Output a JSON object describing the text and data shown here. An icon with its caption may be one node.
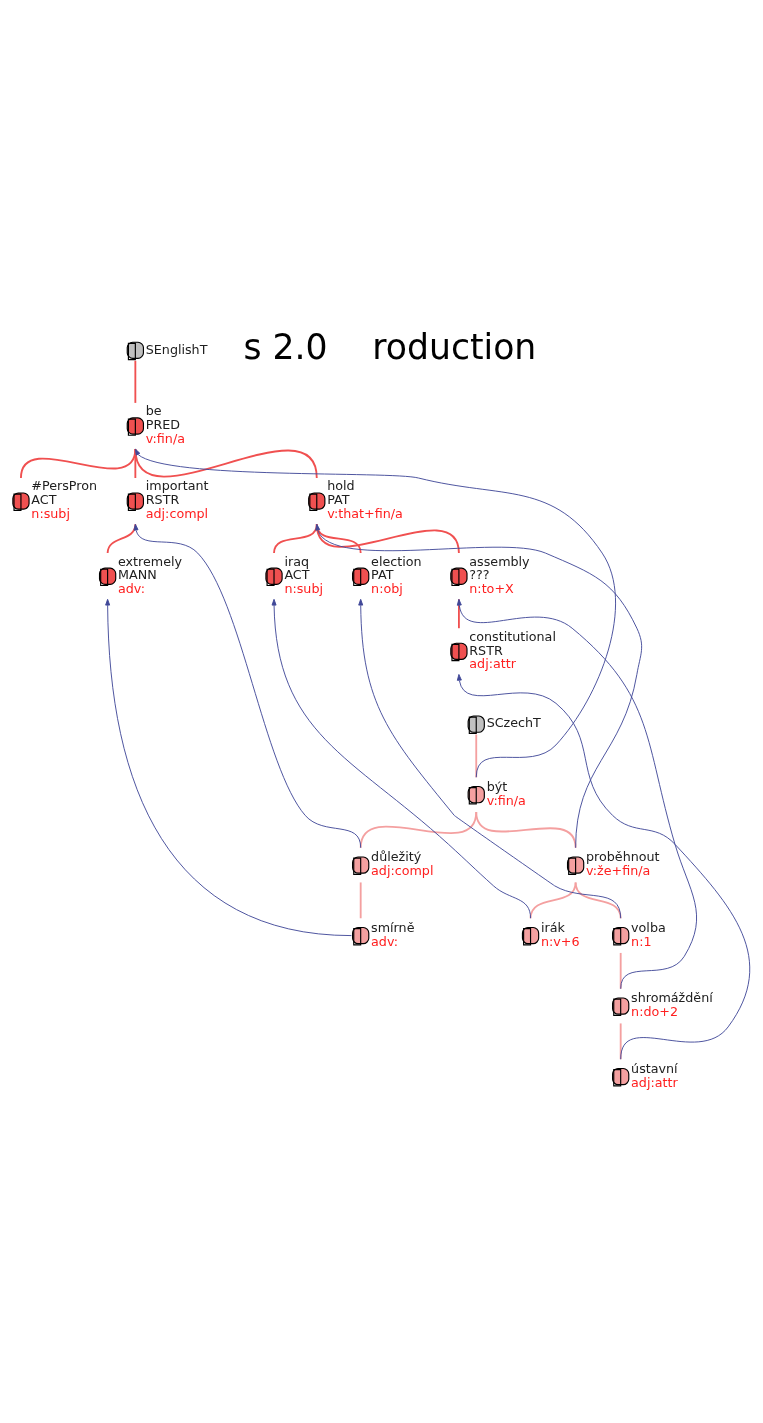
{
  "diagram": {
    "nodes": [
      {
        "text": [],
        "shape": "circle",
        "beside": [
          "SEnglishT"
        ]
      },
      {
        "text": [],
        "shape": "circle",
        "beside": [
          "be",
          "PRED",
          "v:fin/a"
        ]
      },
      {
        "text": [],
        "shape": "circle",
        "beside": [
          "#PersPron",
          "ACT",
          "n:subj"
        ]
      },
      {
        "text": [],
        "shape": "circle",
        "beside": [
          "important",
          "RSTR",
          "adj:compl"
        ]
      },
      {
        "text": [],
        "shape": "circle",
        "beside": [
          "extremely",
          "MANN",
          "adv:"
        ]
      },
      {
        "text": [],
        "shape": "circle",
        "beside": [
          "hold",
          "PAT",
          "v:that+fin/a"
        ]
      },
      {
        "text": [],
        "shape": "circle",
        "beside": [
          "iraq",
          "ACT",
          "n:subj"
        ]
      },
      {
        "text": [],
        "shape": "circle",
        "beside": [
          "election",
          "PAT",
          "n:obj"
        ]
      },
      {
        "text": [],
        "shape": "circle",
        "beside": [
          "assembly",
          "???",
          "n:to+X"
        ]
      },
      {
        "text": [],
        "shape": "circle",
        "beside": [
          "constitutional",
          "RSTR",
          "adj:attr"
        ]
      },
      {
        "text": [],
        "shape": "circle",
        "beside": [
          "SCzechT"
        ]
      },
      {
        "text": [],
        "shape": "circle",
        "beside": [
          "být",
          "v:fin/a"
        ]
      },
      {
        "text": [],
        "shape": "circle",
        "beside": [
          "důležitý",
          "adj:compl"
        ]
      },
      {
        "text": [],
        "shape": "circle",
        "beside": [
          "proběhnout",
          "v:že+fin/a"
        ]
      },
      {
        "text": [],
        "shape": "circle",
        "beside": [
          "smírně",
          "adv:"
        ]
      },
      {
        "text": [],
        "shape": "circle",
        "beside": [
          "irák",
          "n:v+6"
        ]
      },
      {
        "text": [],
        "shape": "circle",
        "beside": [
          "volba",
          "n:1"
        ]
      },
      {
        "text": [],
        "shape": "circle",
        "beside": [
          "shromáždění",
          "n:do+2"
        ]
      },
      {
        "text": [],
        "shape": "circle",
        "beside": [
          "ústavní",
          "adj:attr"
        ]
      }
    ],
    "edges": [
      {
        "from": 0,
        "to": 1,
        "arrow": "none"
      },
      {
        "from": 1,
        "to": 2,
        "arrow": "none"
      },
      {
        "from": 1,
        "to": 3,
        "arrow": "none"
      },
      {
        "from": 1,
        "to": 5,
        "arrow": "none"
      },
      {
        "from": 3,
        "to": 4,
        "arrow": "none"
      },
      {
        "from": 5,
        "to": 6,
        "arrow": "none"
      },
      {
        "from": 5,
        "to": 7,
        "arrow": "none"
      },
      {
        "from": 5,
        "to": 8,
        "arrow": "none"
      },
      {
        "from": 8,
        "to": 9,
        "arrow": "none"
      },
      {
        "from": 10,
        "to": 11,
        "arrow": "none",
        "color": "#f4a0a0"
      },
      {
        "from": 11,
        "to": 12,
        "arrow": "none",
        "color": "#f4a0a0"
      },
      {
        "from": 11,
        "to": 13,
        "arrow": "none",
        "color": "#f4a0a0"
      },
      {
        "from": 12,
        "to": 14,
        "arrow": "none",
        "color": "#f4a0a0"
      },
      {
        "from": 13,
        "to": 15,
        "arrow": "none",
        "color": "#f4a0a0"
      },
      {
        "from": 13,
        "to": 16,
        "arrow": "none",
        "color": "#f4a0a0"
      },
      {
        "from": 16,
        "to": 17,
        "arrow": "none",
        "color": "#f4a0a0"
      },
      {
        "from": 17,
        "to": 18,
        "arrow": "none",
        "color": "#f4a0a0"
      },
      {
        "from": 11,
        "to": 1,
        "arrow": "to",
        "color": "#404898"
      },
      {
        "from": 12,
        "to": 3,
        "arrow": "to",
        "color": "#404898"
      },
      {
        "from": 14,
        "to": 4,
        "arrow": "to",
        "color": "#404898"
      },
      {
        "from": 13,
        "to": 5,
        "arrow": "to",
        "color": "#404898"
      },
      {
        "from": 15,
        "to": 6,
        "arrow": "to",
        "color": "#404898"
      },
      {
        "from": 16,
        "to": 7,
        "arrow": "to",
        "color": "#404898"
      },
      {
        "from": 17,
        "to": 8,
        "arrow": "to",
        "color": "#404898"
      },
      {
        "from": 18,
        "to": 9,
        "arrow": "to",
        "color": "#404898"
      }
    ],
    "labels": [
      "s 2.0",
      "roduction"
    ]
  }
}
